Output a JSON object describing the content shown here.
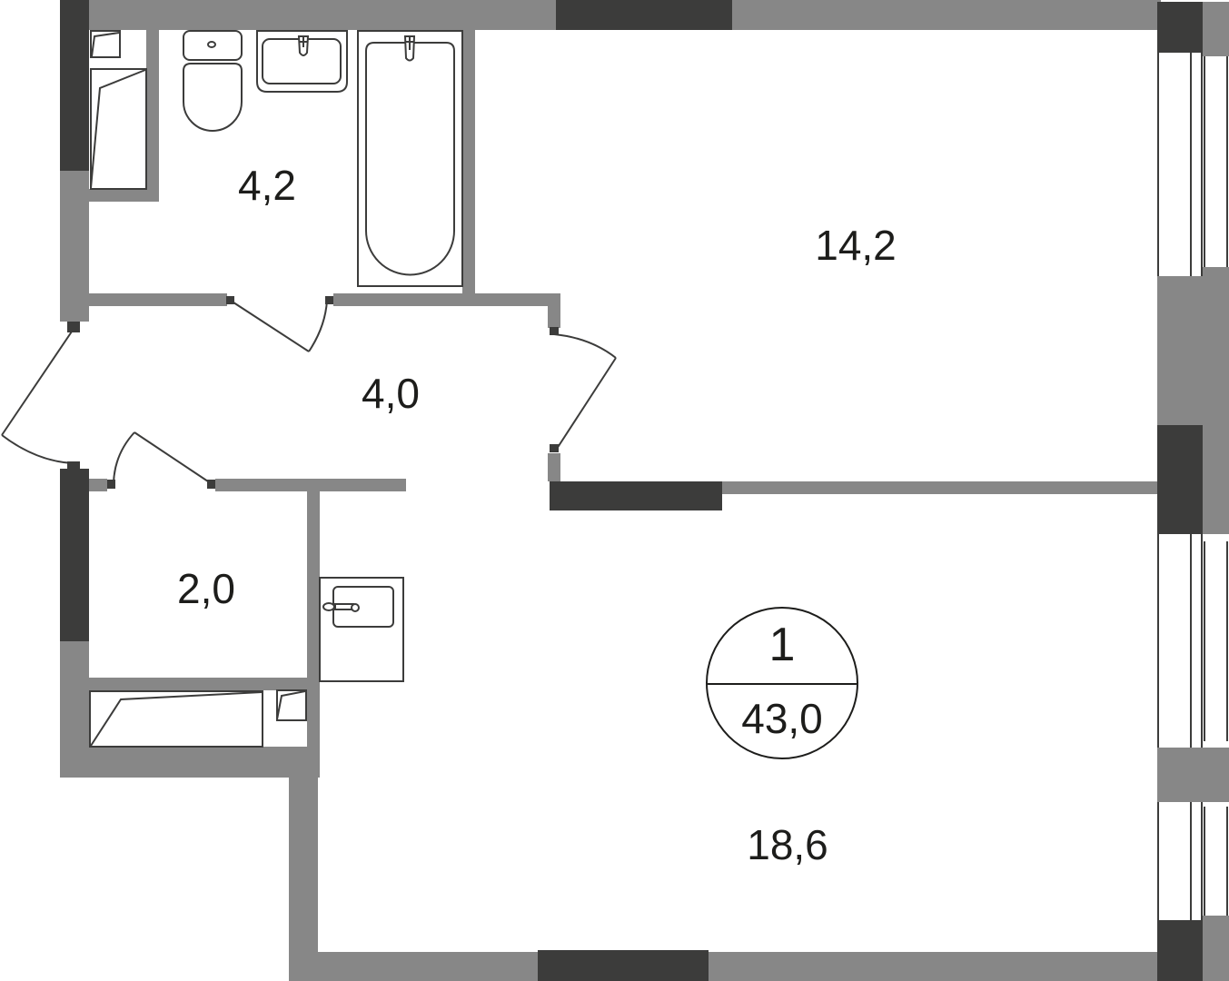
{
  "plan": {
    "type": "apartment-floor-plan",
    "colors": {
      "wall": "#878787",
      "wall_load_bearing": "#3c3c3b",
      "line": "#3c3c3b",
      "background": "#ffffff",
      "text": "#1d1d1b"
    },
    "rooms": [
      {
        "id": "bathroom",
        "area": "4,2"
      },
      {
        "id": "bedroom",
        "area": "14,2"
      },
      {
        "id": "hallway",
        "area": "4,0"
      },
      {
        "id": "storage",
        "area": "2,0"
      },
      {
        "id": "living-kitchen",
        "area": "18,6"
      }
    ],
    "badge": {
      "rooms_count": "1",
      "total_area": "43,0"
    },
    "fixtures": [
      "toilet",
      "washbasin",
      "bathtub",
      "kitchen-sink",
      "wardrobe",
      "wardrobe"
    ]
  }
}
